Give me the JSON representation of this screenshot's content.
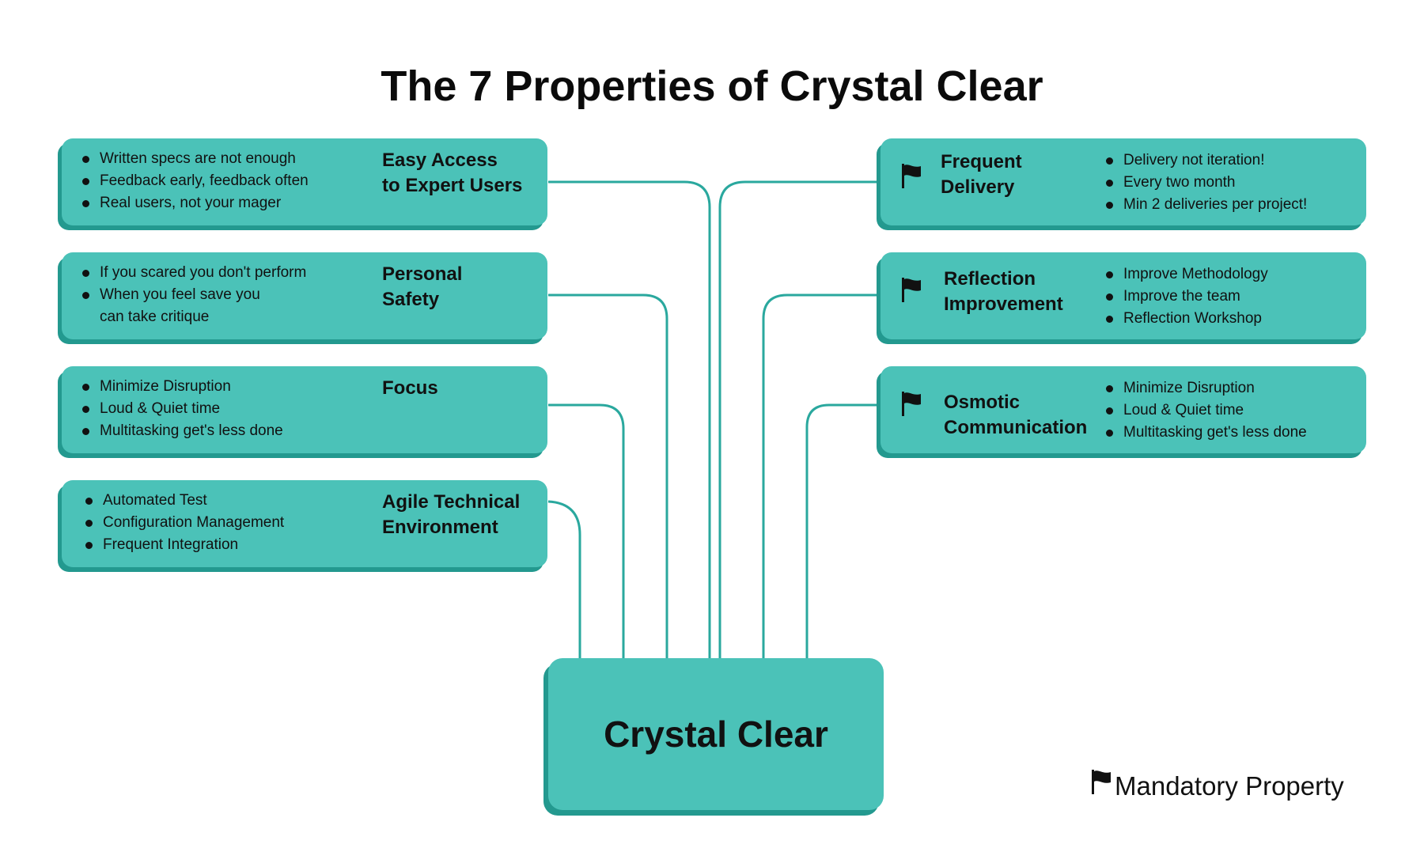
{
  "title": "The 7 Properties of Crystal Clear",
  "center": {
    "label": "Crystal Clear"
  },
  "left_properties": [
    {
      "heading": [
        "Easy Access",
        "to Expert Users"
      ],
      "bullets": [
        "Written specs are not enough",
        "Feedback early, feedback often",
        "Real users, not your mager"
      ]
    },
    {
      "heading": [
        "Personal",
        "Safety"
      ],
      "bullets": [
        "If you scared you don't perform",
        "When you feel save you",
        "can take critique"
      ]
    },
    {
      "heading": [
        "Focus"
      ],
      "bullets": [
        "Minimize Disruption",
        "Loud & Quiet time",
        "Multitasking get's less done"
      ]
    },
    {
      "heading": [
        "Agile Technical",
        "Environment"
      ],
      "bullets": [
        "Automated Test",
        "Configuration Management",
        "Frequent Integration"
      ]
    }
  ],
  "right_properties": [
    {
      "heading": [
        "Frequent",
        "Delivery"
      ],
      "icon": "flag-icon",
      "bullets": [
        "Delivery not iteration!",
        "Every two month",
        "Min 2 deliveries per project!"
      ]
    },
    {
      "heading": [
        "Reflection",
        "Improvement"
      ],
      "icon": "flag-icon",
      "bullets": [
        "Improve Methodology",
        "Improve the team",
        "Reflection Workshop"
      ]
    },
    {
      "heading": [
        "Osmotic",
        "Communication"
      ],
      "icon": "flag-icon",
      "bullets": [
        "Minimize Disruption",
        "Loud & Quiet time",
        "Multitasking get's less done"
      ]
    }
  ],
  "legend": {
    "icon": "flag-icon",
    "label": "Mandatory Property"
  },
  "colors": {
    "box_fill": "#4bc2b8",
    "box_shadow": "#23998f",
    "connector": "#2aa89e",
    "text": "#111111"
  }
}
